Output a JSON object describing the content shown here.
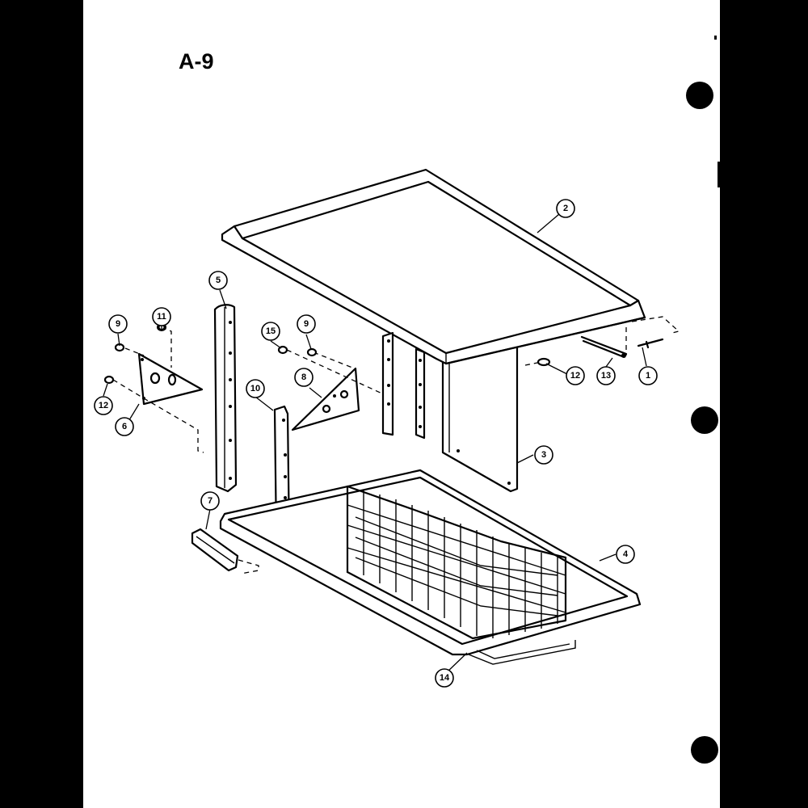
{
  "page": {
    "figure_label": "A-9"
  },
  "parts": [
    {
      "id": "part-1",
      "label": "1"
    },
    {
      "id": "part-2",
      "label": "2"
    },
    {
      "id": "part-3",
      "label": "3"
    },
    {
      "id": "part-4",
      "label": "4"
    },
    {
      "id": "part-5",
      "label": "5"
    },
    {
      "id": "part-6",
      "label": "6"
    },
    {
      "id": "part-7",
      "label": "7"
    },
    {
      "id": "part-8",
      "label": "8"
    },
    {
      "id": "part-9a",
      "label": "9"
    },
    {
      "id": "part-9b",
      "label": "9"
    },
    {
      "id": "part-10",
      "label": "10"
    },
    {
      "id": "part-11",
      "label": "11"
    },
    {
      "id": "part-12a",
      "label": "12"
    },
    {
      "id": "part-12b",
      "label": "12"
    },
    {
      "id": "part-13",
      "label": "13"
    },
    {
      "id": "part-14",
      "label": "14"
    },
    {
      "id": "part-15",
      "label": "15"
    }
  ],
  "colors": {
    "ink": "#000000",
    "paper": "#ffffff",
    "background": "#000000"
  }
}
